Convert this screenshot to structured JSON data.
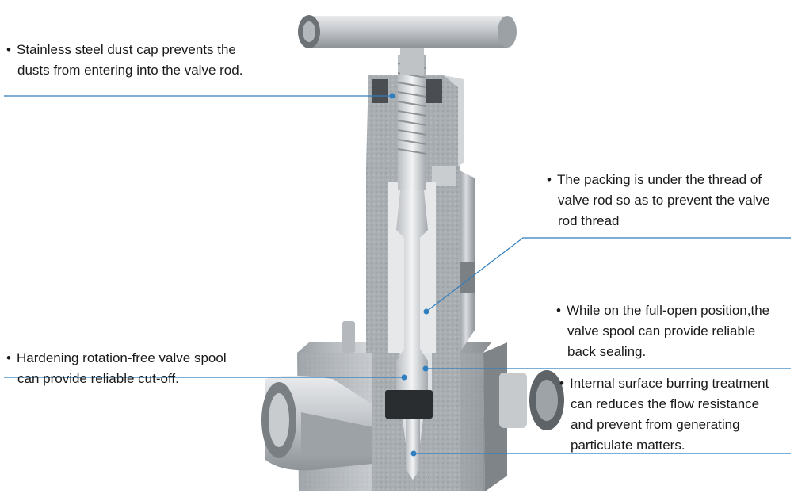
{
  "callouts": [
    {
      "id": "dust-cap",
      "lines": [
        "Stainless steel dust cap prevents the",
        "dusts from entering into the valve rod."
      ]
    },
    {
      "id": "packing",
      "lines": [
        "The packing is under the thread of",
        "valve rod so as to prevent the valve",
        "rod thread"
      ]
    },
    {
      "id": "back-seal",
      "lines": [
        "While on the full-open position,the",
        "valve spool can provide reliable",
        "back sealing."
      ]
    },
    {
      "id": "valve-spool",
      "lines": [
        "Hardening rotation-free valve spool",
        "can provide reliable cut-off."
      ]
    },
    {
      "id": "burring",
      "lines": [
        "Internal surface burring treatment",
        "can reduces the flow resistance",
        "and prevent from generating",
        "particulate matters."
      ]
    }
  ],
  "colors": {
    "leader": "#2f7fc0",
    "steel": "#b8bcc0",
    "steel_dark": "#6e7378",
    "seal": "#2a2d30",
    "text": "#1a1a1a"
  }
}
